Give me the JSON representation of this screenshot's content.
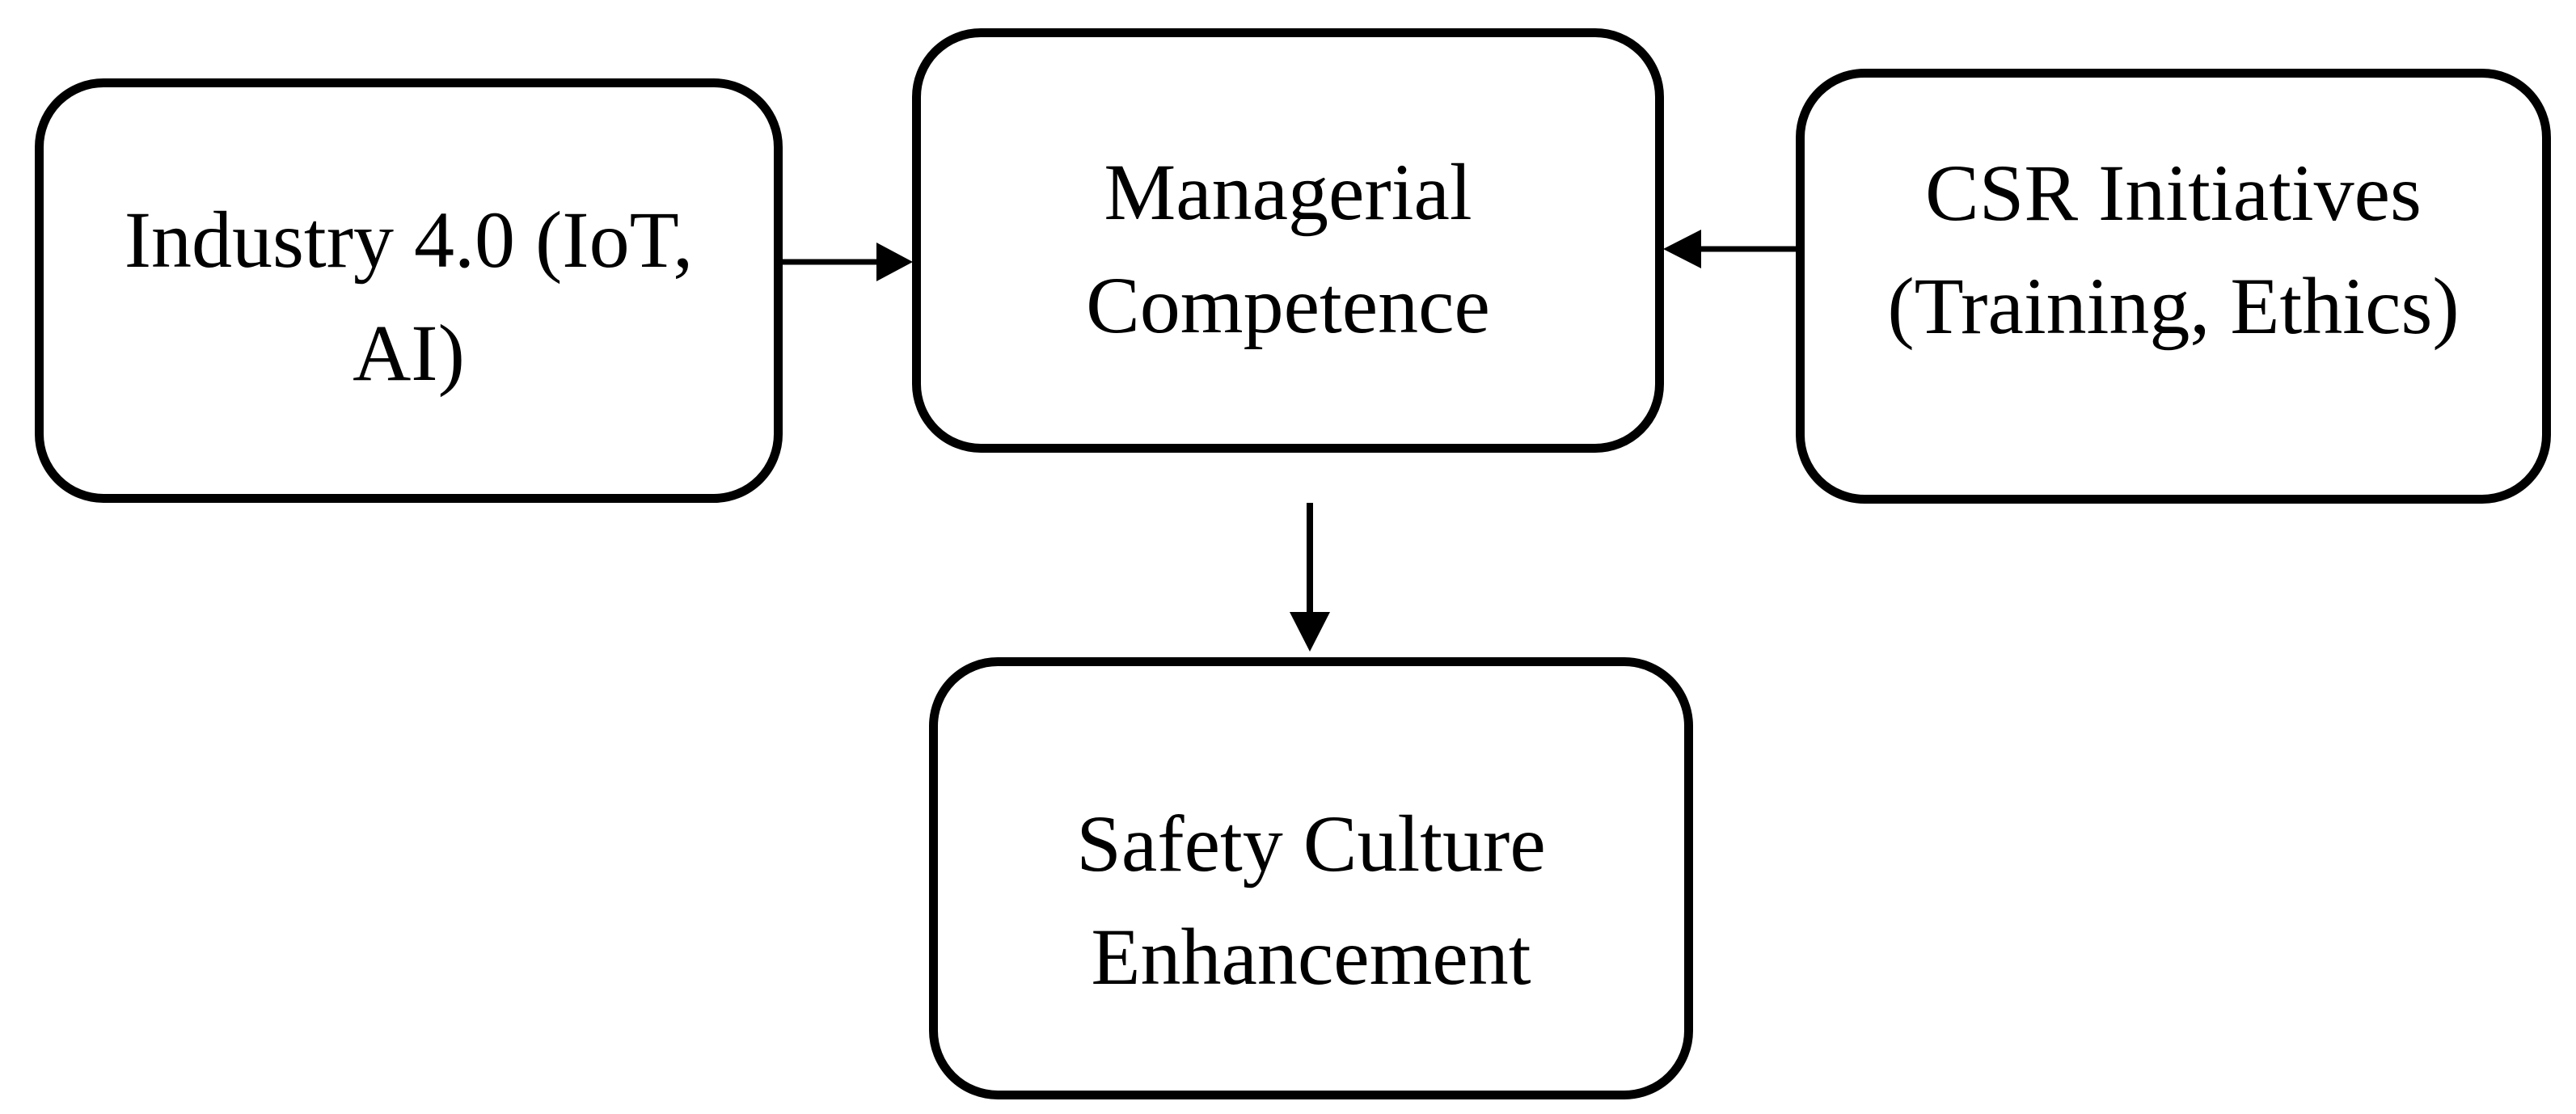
{
  "diagram": {
    "type": "flowchart",
    "background_color": "#ffffff",
    "line_color": "#000000",
    "text_color": "#000000",
    "nodes": {
      "industry": {
        "label": "Industry 4.0 (IoT, AI)",
        "lines": [
          "Industry 4.0 (IoT,",
          "AI)"
        ]
      },
      "managerial": {
        "label": "Managerial Competence",
        "lines": [
          "Managerial",
          "Competence"
        ]
      },
      "csr": {
        "label": "CSR Initiatives (Training, Ethics)",
        "lines": [
          "CSR Initiatives",
          "(Training, Ethics)"
        ]
      },
      "safety": {
        "label": "Safety Culture Enhancement",
        "lines": [
          "Safety Culture",
          "Enhancement"
        ]
      }
    },
    "edges": [
      {
        "from": "Industry 4.0 (IoT, AI)",
        "to": "Managerial Competence",
        "direction": "right"
      },
      {
        "from": "CSR Initiatives (Training, Ethics)",
        "to": "Managerial Competence",
        "direction": "left"
      },
      {
        "from": "Managerial Competence",
        "to": "Safety Culture Enhancement",
        "direction": "down"
      }
    ]
  }
}
